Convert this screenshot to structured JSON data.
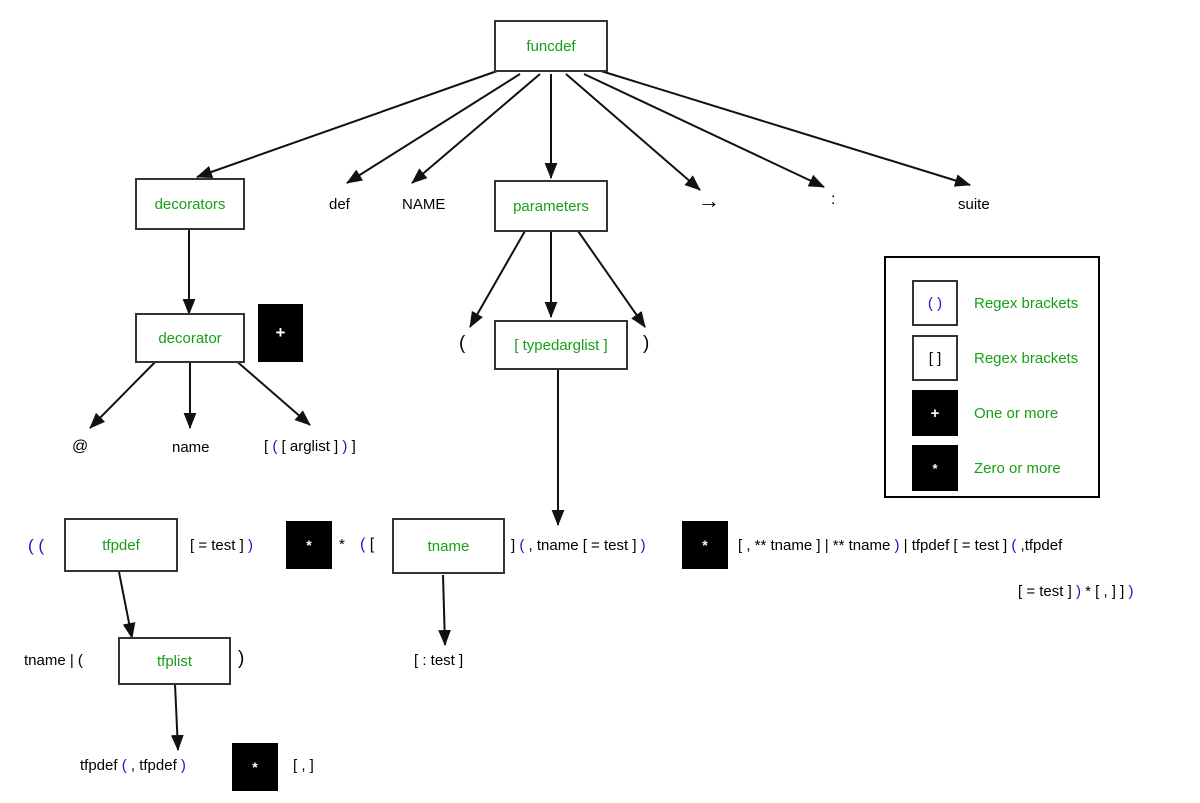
{
  "diagram": {
    "title": "Python funcdef grammar railroad tree",
    "colors": {
      "nonterminal": "#16a016",
      "regex_paren": "#1414d2",
      "terminal": "#000000",
      "quantifier_bg": "#000000"
    }
  },
  "nodes": {
    "funcdef": "funcdef",
    "decorators": "decorators",
    "decorator": "decorator",
    "parameters": "parameters",
    "typedarglist": "[ typedarglist ]",
    "tfpdef": "tfpdef",
    "tname": "tname",
    "tfplist": "tfplist"
  },
  "terminals": {
    "def": "def",
    "name_token": "NAME",
    "arrow": "→",
    "colon": ":",
    "suite": "suite",
    "at": "@",
    "name": "name",
    "paren_open": "(",
    "paren_close": ")"
  },
  "quantifiers": {
    "plus": "+",
    "star": "*"
  },
  "expressions": {
    "decorator_arglist": {
      "b1": "[",
      "p1": "(",
      "b2": "[",
      "word": "arglist",
      "b3": "]",
      "p2": ")",
      "b4": "]"
    },
    "tfpdef_prefix": {
      "p1": "(",
      "p2": "("
    },
    "tfpdef_suffix": {
      "opt": "[ = test ]",
      "p": ")"
    },
    "star_sep": "*",
    "tname_prefix": {
      "p": "(",
      "b": "["
    },
    "tname_suffix": {
      "b": "]",
      "p": "(",
      "rest": ", tname [ = test ]",
      "p2": ")"
    },
    "tail_line1": {
      "t1": "[ , ** tname ] | ** tname",
      "p1": ")",
      "t2": "| tfpdef [ = test ]",
      "p2": "(",
      "t3": ",tfpdef"
    },
    "tail_line2": {
      "t1": "[ = test ]",
      "p1": ")",
      "t2": "* [ , ] ]",
      "p2": ")"
    },
    "tname_child": "[ : test ]",
    "tfplist_prefix": "tname | (",
    "tfplist_suffix": ")",
    "tfplist_child": {
      "t1": "tfpdef",
      "p1": "(",
      "t2": ", tfpdef",
      "p2": ")"
    },
    "tfplist_child_tail": "[ , ]"
  },
  "legend": {
    "items": [
      {
        "symbol": "( )",
        "swatch": "light",
        "label": "Regex brackets",
        "icon": "paren-swatch"
      },
      {
        "symbol": "[ ]",
        "swatch": "light",
        "label": "Regex brackets",
        "icon": "bracket-swatch"
      },
      {
        "symbol": "+",
        "swatch": "dark",
        "label": "One or more",
        "icon": "plus-swatch"
      },
      {
        "symbol": "*",
        "swatch": "dark",
        "label": "Zero or more",
        "icon": "star-swatch"
      }
    ]
  }
}
